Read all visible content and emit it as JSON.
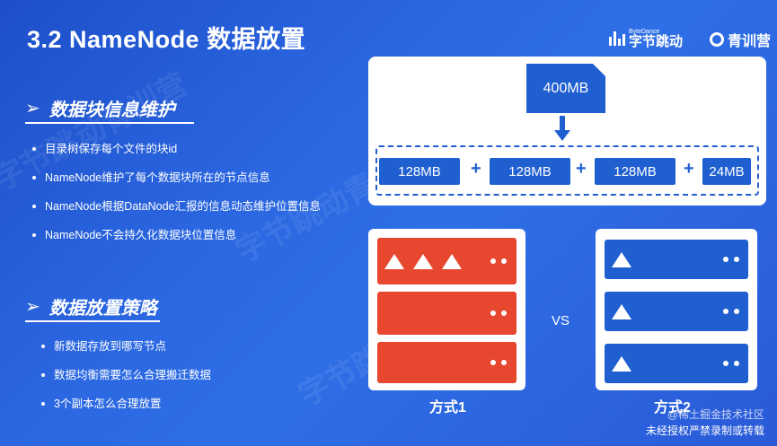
{
  "title": "3.2 NameNode 数据放置",
  "logos": {
    "bytedance_small": "ByteDance",
    "bytedance_name": "字节跳动",
    "qingxun": "青训营"
  },
  "sections": [
    {
      "heading": "数据块信息维护",
      "bullets": [
        "目录树保存每个文件的块id",
        "NameNode维护了每个数据块所在的节点信息",
        "NameNode根据DataNode汇报的信息动态维护位置信息",
        "NameNode不会持久化数据块位置信息"
      ]
    },
    {
      "heading": "数据放置策略",
      "bullets": [
        "新数据存放到哪写节点",
        "数据均衡需要怎么合理搬迁数据",
        "3个副本怎么合理放置"
      ]
    }
  ],
  "diagram": {
    "file": "400MB",
    "blocks": [
      "128MB",
      "128MB",
      "128MB",
      "24MB"
    ],
    "plus": "+",
    "vs": "VS",
    "method1": "方式1",
    "method2": "方式2"
  },
  "footer": {
    "attribution": "@稀土掘金技术社区",
    "notice": "未经授权严禁录制或转载"
  },
  "watermark": "字节跳动青训营",
  "colors": {
    "accent_blue": "#1f5fd0",
    "accent_red": "#e8472f",
    "background": "#2a66e0"
  }
}
